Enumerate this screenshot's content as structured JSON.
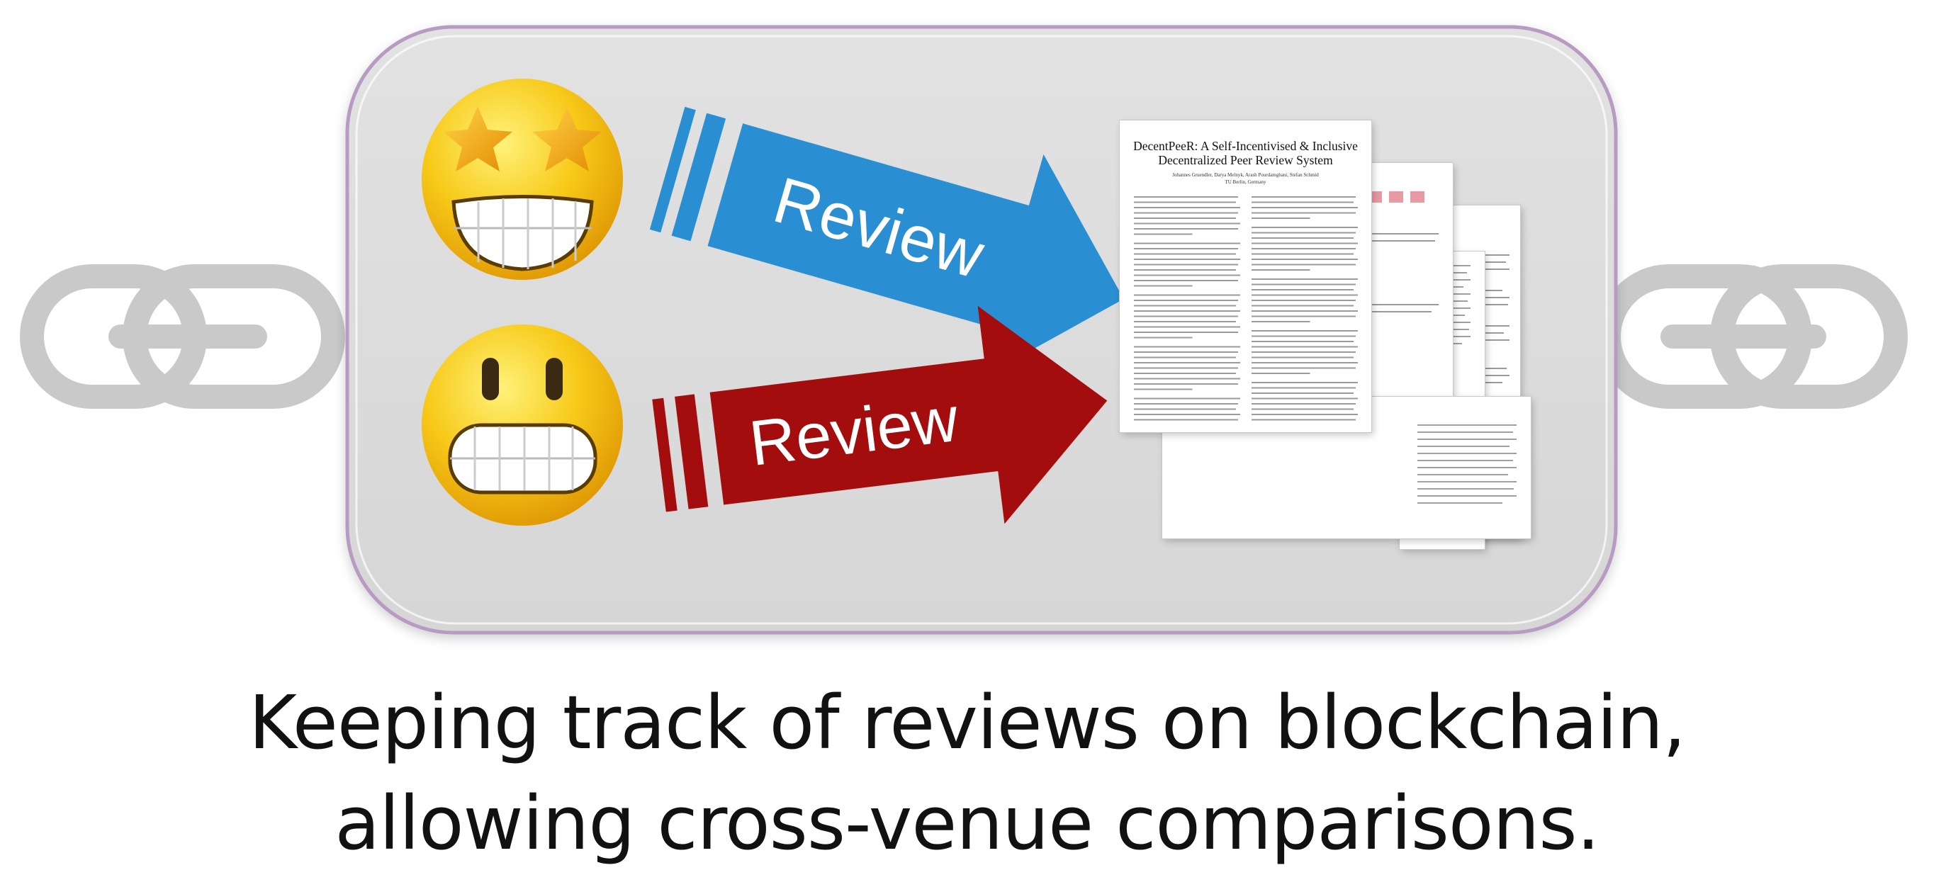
{
  "arrows": {
    "top_label": "Review",
    "bottom_label": "Review",
    "top_color": "#2a8fd2",
    "bottom_color": "#a30d0d"
  },
  "paper": {
    "title_line1": "DecentPeeR: A Self-Incentivised & Inclusive",
    "title_line2": "Decentralized Peer Review System",
    "authors": "Johannes Gruendler, Darya Melnyk, Arash Pourdamghani, Stefan Schmid",
    "affiliation": "TU Berlin, Germany"
  },
  "caption": {
    "line1": "Keeping track of reviews on blockchain,",
    "line2": "allowing cross-venue comparisons."
  },
  "icons": {
    "left_chain": "chain-link-icon",
    "right_chain": "chain-link-icon",
    "top_face": "star-struck-emoji-icon",
    "bottom_face": "grimacing-emoji-icon"
  },
  "colors": {
    "panel": "#dcdcdc",
    "panel_border": "#b79bc2",
    "chain": "#c9c9c9"
  }
}
